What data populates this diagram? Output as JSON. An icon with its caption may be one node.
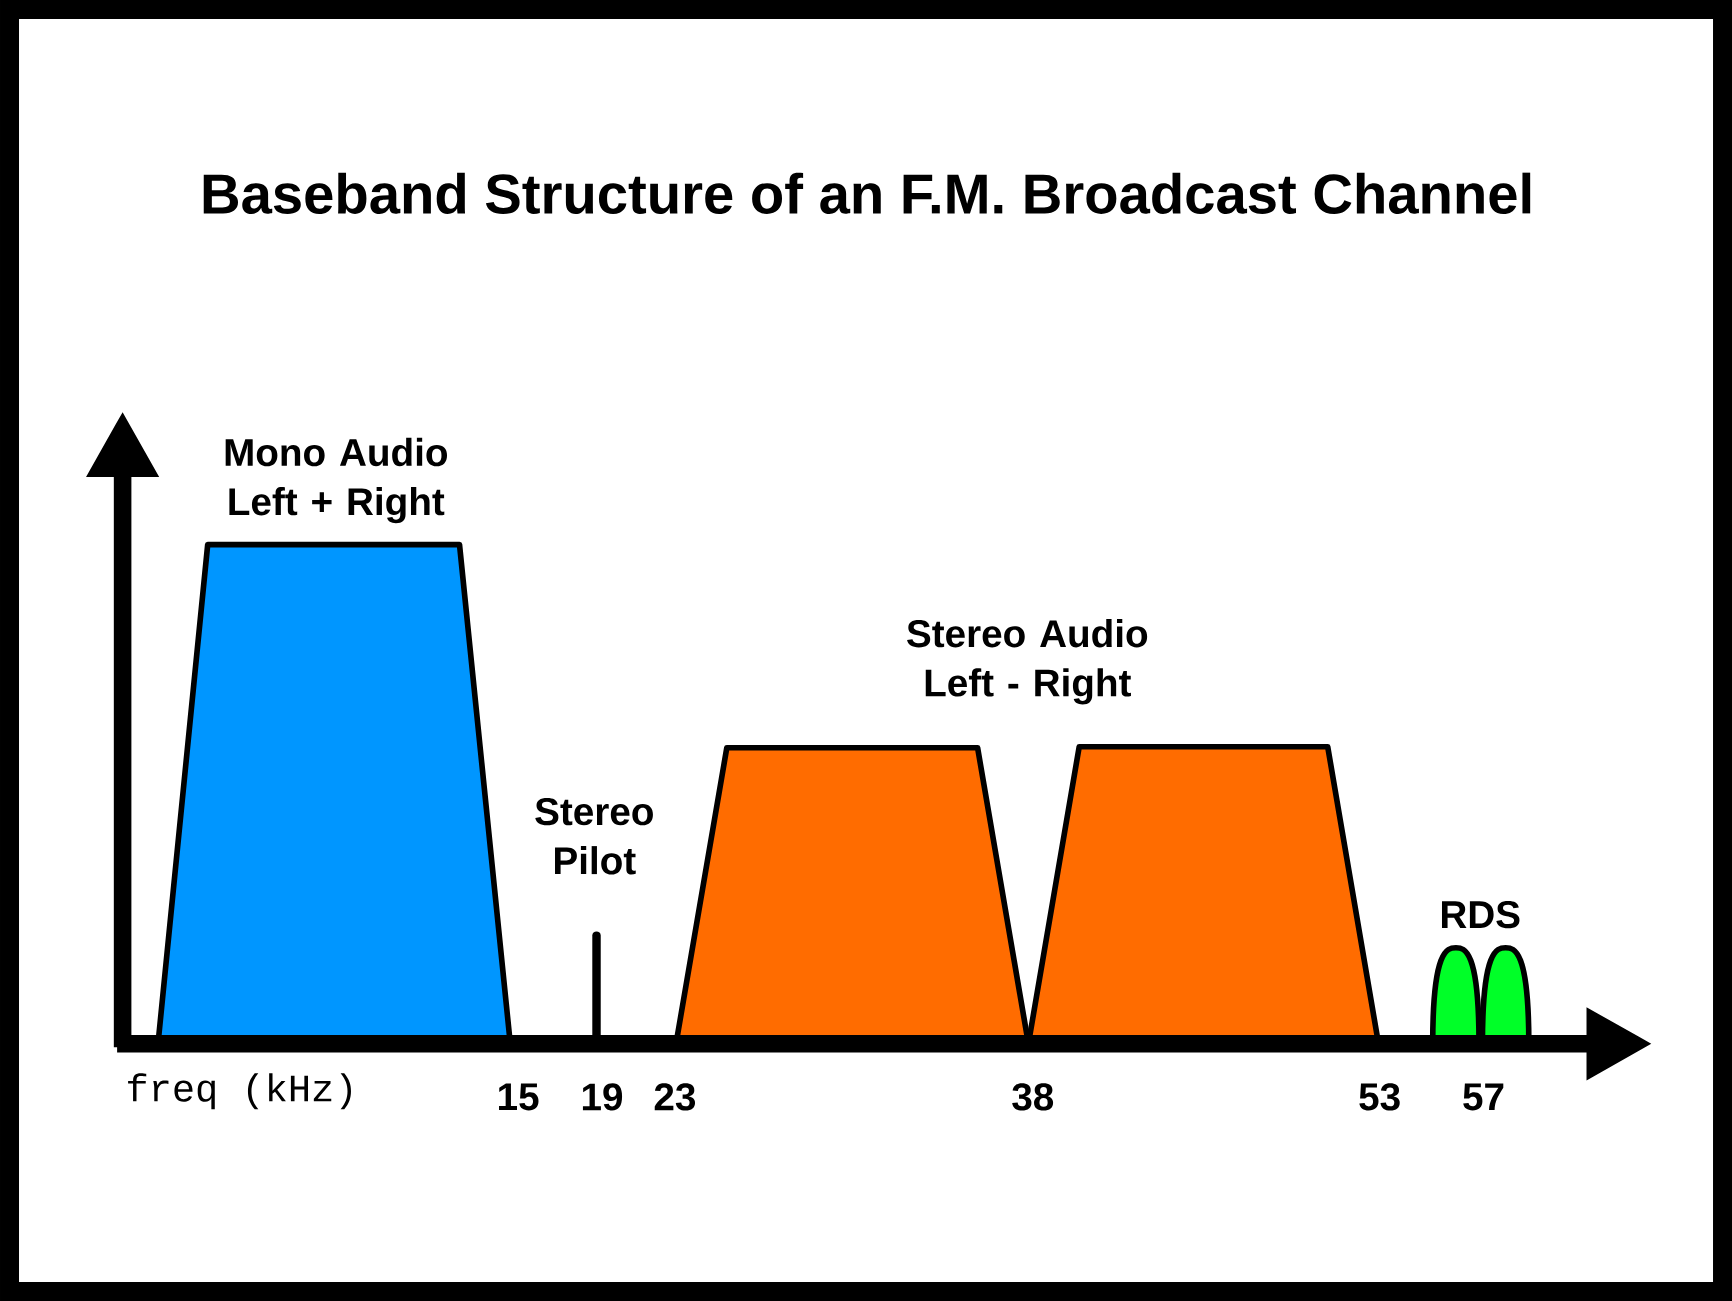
{
  "diagram": {
    "title": "Baseband Structure of an F.M. Broadcast Channel",
    "labels": [
      "Mono Audio Left + Right",
      "Stereo Audio Left - Right",
      "Stereo Pilot",
      "RDS",
      "freq (kHz)",
      "15",
      "19",
      "23",
      "38",
      "53",
      "57"
    ]
  }
}
